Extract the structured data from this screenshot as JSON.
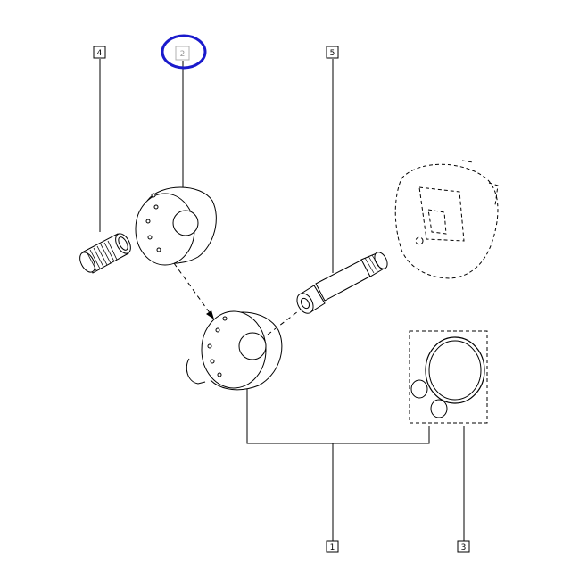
{
  "diagram": {
    "callouts": {
      "c1": "1",
      "c2": "2",
      "c3": "3",
      "c4": "4",
      "c5": "5"
    },
    "colors": {
      "line": "#000000",
      "highlight": "#1a1acc",
      "background": "#ffffff"
    }
  }
}
